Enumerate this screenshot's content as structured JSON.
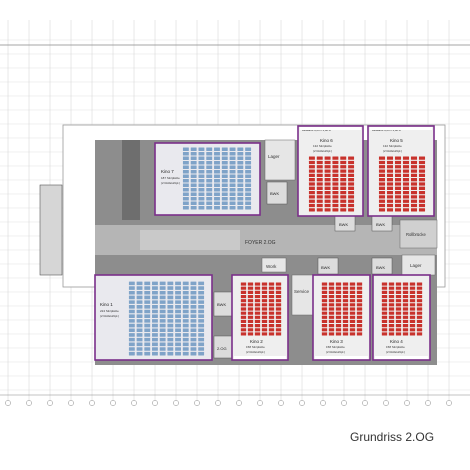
{
  "caption": "Grundriss 2.OG",
  "foyer": "FOYER 2.OG",
  "colors": {
    "cinema_border": "#7a2f8a",
    "seat_red": "#c8322c",
    "seat_blue": "#7fa3c8",
    "floor_gray": "#8d8d8d",
    "corridor": "#b5b5b5"
  },
  "halls": {
    "kino1": {
      "title": "Kino 1",
      "seats": "224 Sitzplätze",
      "extra": "(2 Rollstuhlpl.)"
    },
    "kino2": {
      "title": "Kino 2",
      "seats": "158 Sitzplätze",
      "extra": "(2 Rollstuhlpl.)"
    },
    "kino3": {
      "title": "Kino 3",
      "seats": "158 Sitzplätze",
      "extra": "(2 Rollstuhlpl.)"
    },
    "kino4": {
      "title": "Kino 4",
      "seats": "158 Sitzplätze",
      "extra": "(2 Rollstuhlpl.)"
    },
    "kino5": {
      "title": "Kino 5",
      "seats": "132 Sitzplätze",
      "extra": "(2 Rollstuhlpl.)"
    },
    "kino6": {
      "title": "Kino 6",
      "seats": "132 Sitzplätze",
      "extra": "(2 Rollstuhlpl.)"
    },
    "kino7": {
      "title": "Kino 7",
      "seats": "187 Sitzplätze",
      "extra": "(2 Rollstuhlpl.)"
    }
  },
  "rooms": {
    "lager_top": "Lager",
    "lager_right": "Lager",
    "rollbrucke": "Rollbrücke",
    "service": "Service",
    "work": "Work",
    "bwk2og": "2.OG"
  },
  "booth_label": "BWK",
  "screen_label": "Bildwand 9,04 x 3,80 m"
}
